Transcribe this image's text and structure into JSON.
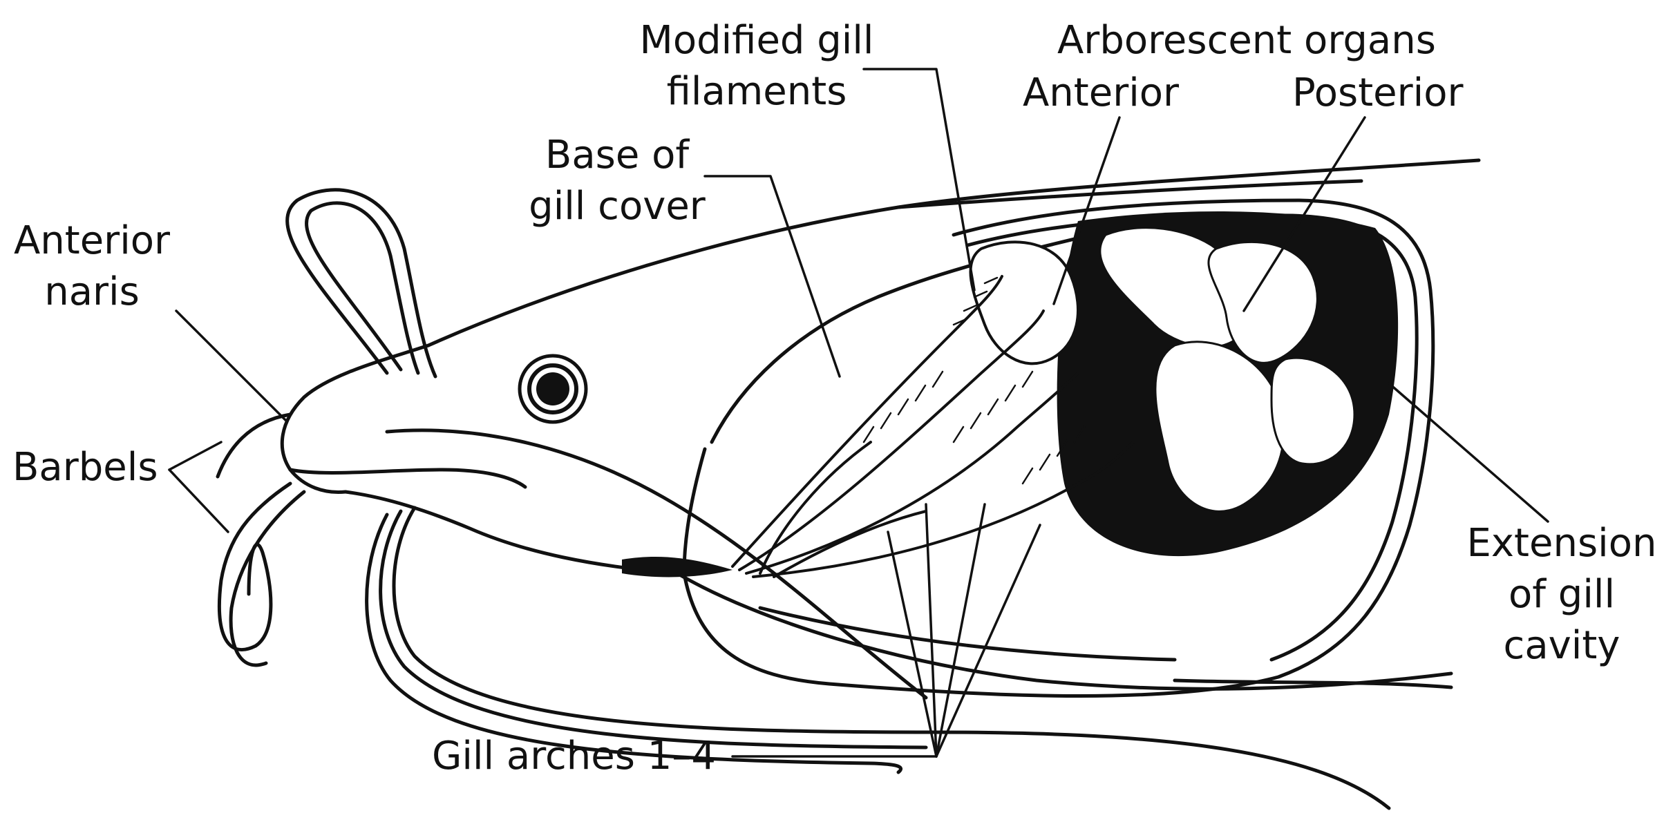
{
  "labels": {
    "modified_gill_filaments": [
      "Modified gill",
      "filaments"
    ],
    "arborescent_organs": "Arborescent organs",
    "anterior": "Anterior",
    "posterior": "Posterior",
    "base_of_gill_cover": [
      "Base of",
      "gill cover"
    ],
    "anterior_naris": [
      "Anterior",
      "naris"
    ],
    "barbels": "Barbels",
    "extension_of_gill_cavity": [
      "Extension",
      "of gill",
      "cavity"
    ],
    "gill_arches": "Gill arches 1–4"
  },
  "colors": {
    "ink": "#111111",
    "paper": "#ffffff"
  }
}
